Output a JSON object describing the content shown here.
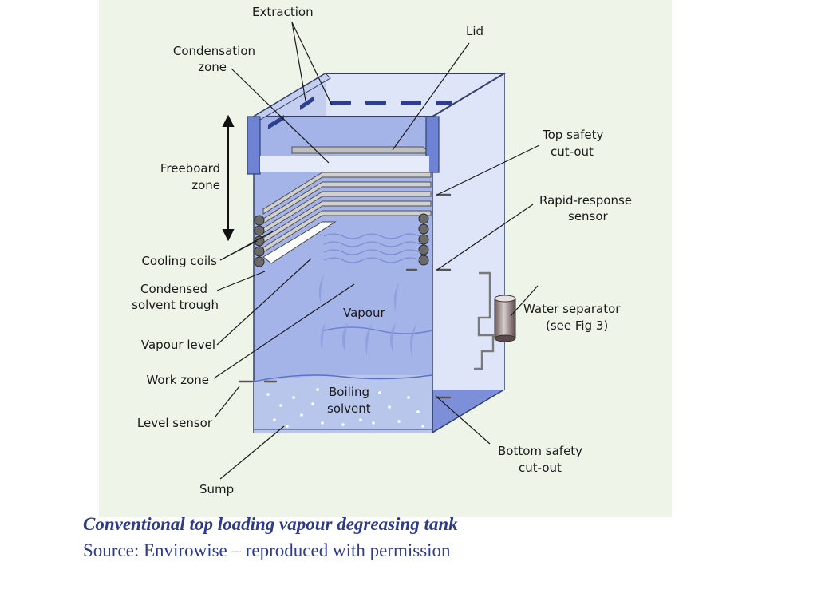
{
  "diagram": {
    "labels": {
      "extraction": "Extraction",
      "lid": "Lid",
      "condensation_zone_1": "Condensation",
      "condensation_zone_2": "zone",
      "freeboard_zone_1": "Freeboard",
      "freeboard_zone_2": "zone",
      "top_safety_1": "Top safety",
      "top_safety_2": "cut-out",
      "rapid_response_1": "Rapid-response",
      "rapid_response_2": "sensor",
      "cooling_coils": "Cooling coils",
      "condensed_trough_1": "Condensed",
      "condensed_trough_2": "solvent trough",
      "vapour": "Vapour",
      "water_separator_1": "Water separator",
      "water_separator_2": "(see Fig 3)",
      "vapour_level": "Vapour level",
      "work_zone": "Work zone",
      "boiling_solvent_1": "Boiling",
      "boiling_solvent_2": "solvent",
      "level_sensor": "Level sensor",
      "bottom_safety_1": "Bottom safety",
      "bottom_safety_2": "cut-out",
      "sump": "Sump"
    },
    "colors": {
      "background": "#eef5e8",
      "tank_front": "#a4b4e8",
      "tank_side": "#7d8fd8",
      "tank_top": "#c4cff0",
      "interior": "#dfe5f8",
      "liquid": "#b8c6ec",
      "caption": "#2e3a8c"
    }
  },
  "caption": {
    "title": "Conventional top loading vapour degreasing tank",
    "source": "Source: Envirowise – reproduced with permission"
  }
}
